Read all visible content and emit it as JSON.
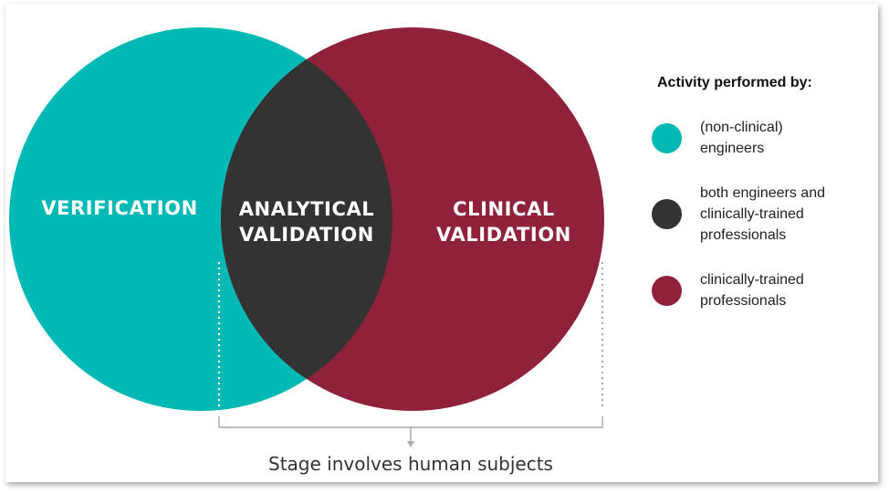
{
  "colors": {
    "engineers": "#00B8B4",
    "both": "#333333",
    "clinical": "#8F213B"
  },
  "diagram": {
    "left_set": [
      "VERIFICATION"
    ],
    "intersection": [
      "ANALYTICAL",
      "VALIDATION"
    ],
    "right_set": [
      "CLINICAL",
      "VALIDATION"
    ],
    "bracket_label": "Stage involves human subjects"
  },
  "legend": {
    "title": "Activity performed by:",
    "items": [
      {
        "lines": [
          "(non-clinical)",
          "engineers"
        ],
        "color_key": "engineers"
      },
      {
        "lines": [
          "both engineers and",
          "clinically-trained",
          "professionals"
        ],
        "color_key": "both"
      },
      {
        "lines": [
          "clinically-trained",
          "professionals"
        ],
        "color_key": "clinical"
      }
    ]
  }
}
